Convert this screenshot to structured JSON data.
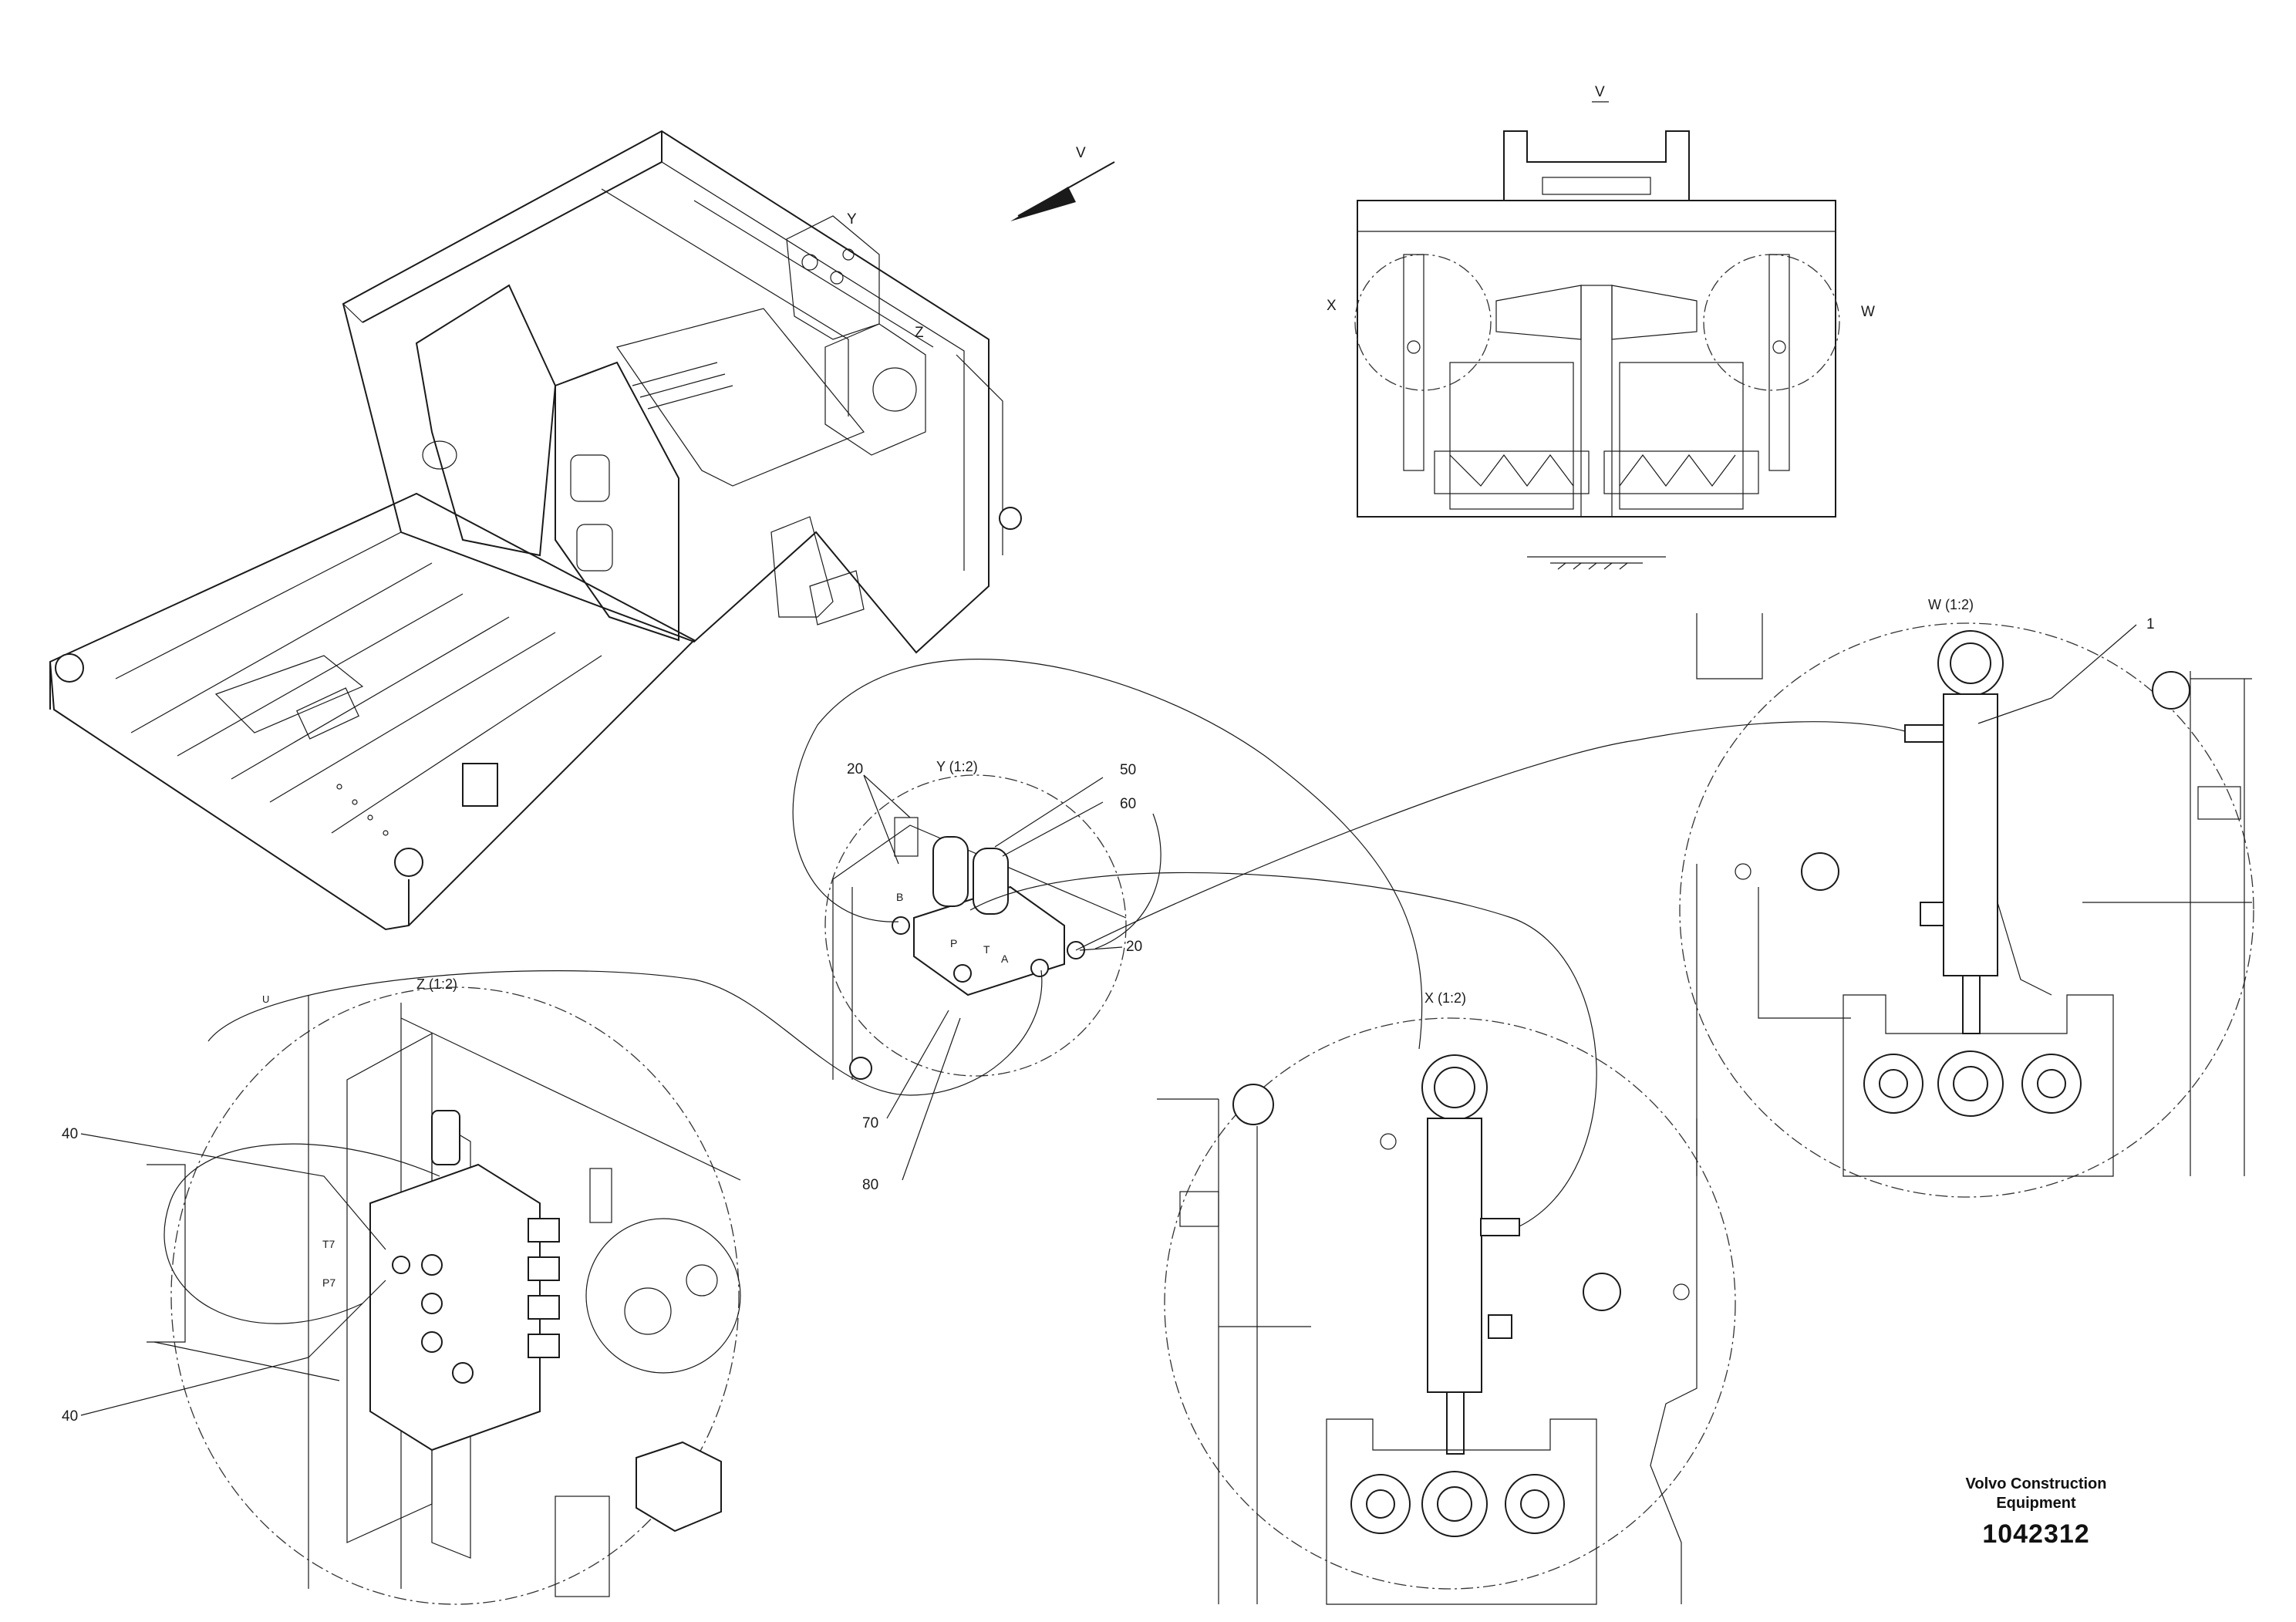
{
  "views": {
    "v_arrow": "V",
    "v_title": "V",
    "y_marker": "Y",
    "z_marker": "Z",
    "x_side": "X",
    "w_side": "W",
    "y_detail": "Y (1:2)",
    "z_detail": "Z (1:2)",
    "x_detail": "X (1:2)",
    "w_detail": "W (1:2)"
  },
  "callouts": {
    "c1": "1",
    "c20a": "20",
    "c20b": "20",
    "c40a": "40",
    "c40b": "40",
    "c50": "50",
    "c60": "60",
    "c70": "70",
    "c80": "80"
  },
  "ports": {
    "b": "B",
    "a": "A",
    "p": "P",
    "t": "T",
    "p7": "P7",
    "t7": "T7"
  },
  "brand": {
    "line1": "Volvo Construction",
    "line2": "Equipment",
    "number": "1042312"
  }
}
